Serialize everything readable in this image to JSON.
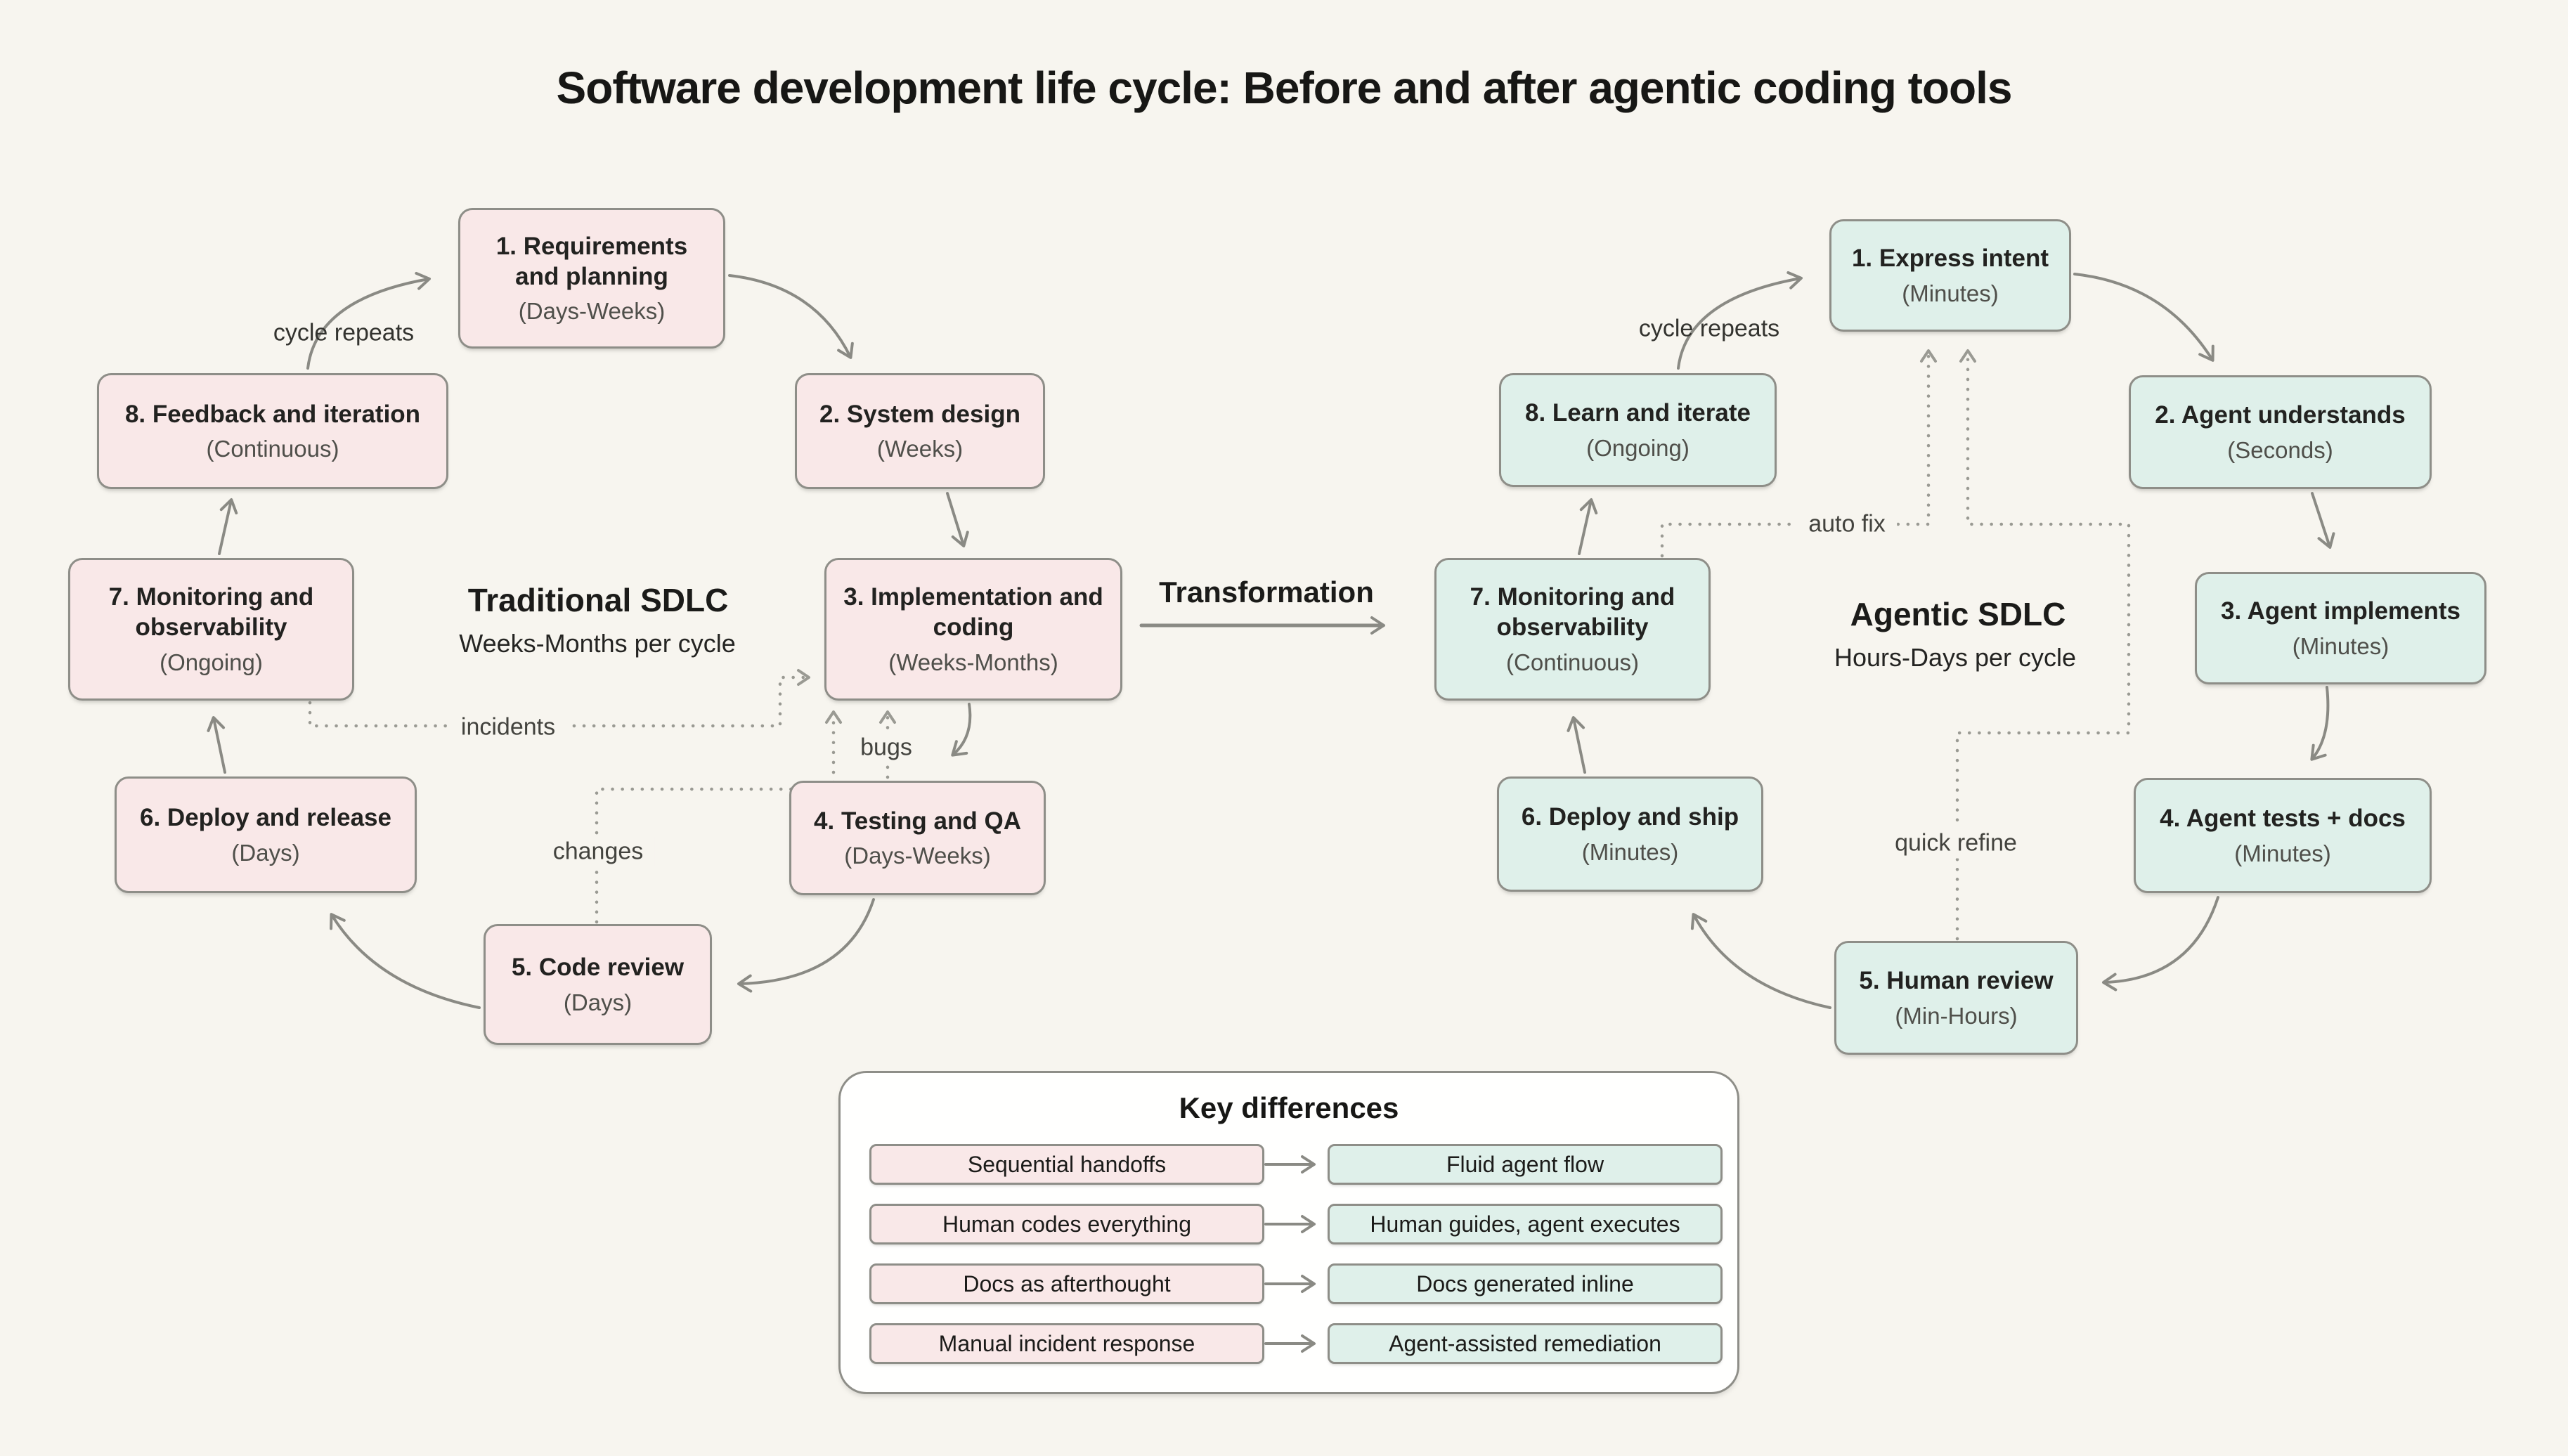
{
  "title": "Software development life cycle: Before and after agentic coding tools",
  "colors": {
    "background": "#f7f5ef",
    "traditional_box": "#f9e8e8",
    "agentic_box": "#dff0ea",
    "box_border": "#8e8e88",
    "arrow": "#8a8a84",
    "dotted_line": "#9a9a93",
    "text_dark": "#1b1b19",
    "text_muted": "#4f4f4a"
  },
  "left": {
    "heading": "Traditional SDLC",
    "subheading": "Weeks-Months per cycle",
    "cycle_label": "cycle repeats",
    "nodes": [
      {
        "title": "1. Requirements and planning",
        "duration": "(Days-Weeks)"
      },
      {
        "title": "2. System design",
        "duration": "(Weeks)"
      },
      {
        "title": "3. Implementation and coding",
        "duration": "(Weeks-Months)"
      },
      {
        "title": "4. Testing and QA",
        "duration": "(Days-Weeks)"
      },
      {
        "title": "5. Code review",
        "duration": "(Days)"
      },
      {
        "title": "6. Deploy and release",
        "duration": "(Days)"
      },
      {
        "title": "7. Monitoring and observability",
        "duration": "(Ongoing)"
      },
      {
        "title": "8. Feedback and iteration",
        "duration": "(Continuous)"
      }
    ],
    "feedback_labels": {
      "incidents": "incidents",
      "bugs": "bugs",
      "changes": "changes"
    }
  },
  "transformation_label": "Transformation",
  "right": {
    "heading": "Agentic SDLC",
    "subheading": "Hours-Days per cycle",
    "cycle_label": "cycle repeats",
    "nodes": [
      {
        "title": "1. Express intent",
        "duration": "(Minutes)"
      },
      {
        "title": "2. Agent understands",
        "duration": "(Seconds)"
      },
      {
        "title": "3. Agent implements",
        "duration": "(Minutes)"
      },
      {
        "title": "4. Agent tests + docs",
        "duration": "(Minutes)"
      },
      {
        "title": "5. Human review",
        "duration": "(Min-Hours)"
      },
      {
        "title": "6. Deploy and ship",
        "duration": "(Minutes)"
      },
      {
        "title": "7. Monitoring and observability",
        "duration": "(Continuous)"
      },
      {
        "title": "8. Learn and iterate",
        "duration": "(Ongoing)"
      }
    ],
    "feedback_labels": {
      "auto_fix": "auto fix",
      "quick_refine": "quick refine"
    }
  },
  "key_differences": {
    "title": "Key differences",
    "rows": [
      {
        "before": "Sequential handoffs",
        "after": "Fluid agent flow"
      },
      {
        "before": "Human codes everything",
        "after": "Human guides, agent executes"
      },
      {
        "before": "Docs as afterthought",
        "after": "Docs generated inline"
      },
      {
        "before": "Manual incident response",
        "after": "Agent-assisted remediation"
      }
    ]
  }
}
